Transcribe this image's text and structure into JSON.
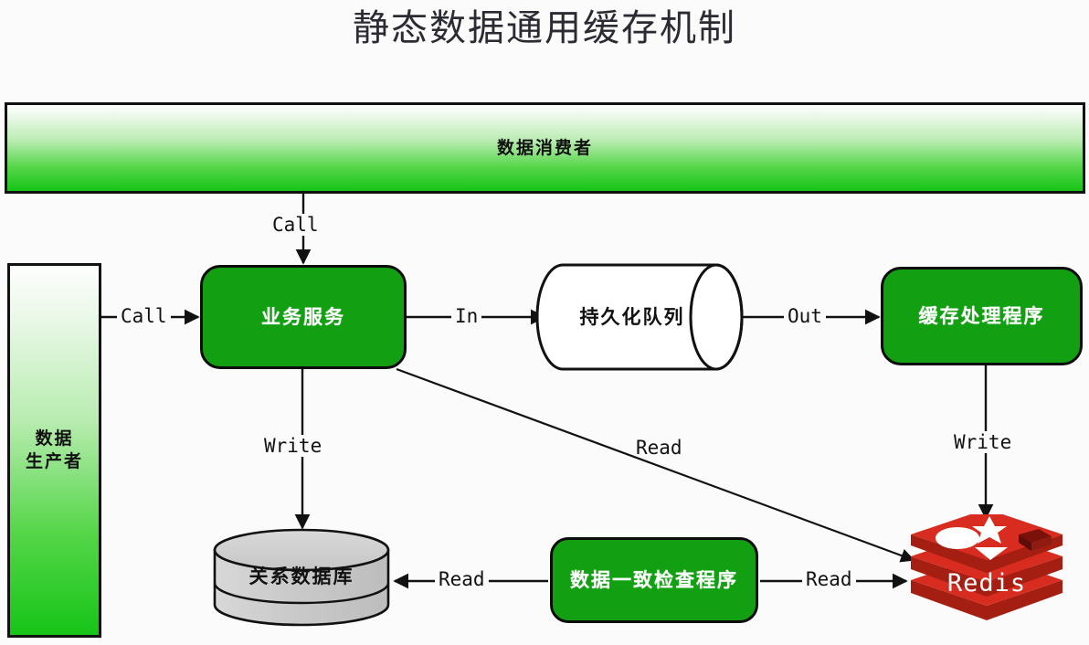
{
  "title": "静态数据通用缓存机制",
  "background_color": "#fbfbfb",
  "colors": {
    "gradient_top": "#fdfefd",
    "gradient_bottom": "#17c417",
    "node_green": "#12a012",
    "node_border": "#0c0c0c",
    "db_gray": "#c9c9c9",
    "redis_red": "#d82c20",
    "text_white": "#ffffff",
    "text_dark": "#111111"
  },
  "nodes": {
    "data_consumer": {
      "label": "数据消费者",
      "shape": "gradient-banner"
    },
    "data_producer": {
      "label": "数据\n生产者",
      "shape": "gradient-column"
    },
    "business_service": {
      "label": "业务服务",
      "shape": "rounded-rect"
    },
    "persistent_queue": {
      "label": "持久化队列",
      "shape": "cylinder-horizontal"
    },
    "cache_handler": {
      "label": "缓存处理程序",
      "shape": "rounded-rect"
    },
    "relational_db": {
      "label": "关系数据库",
      "shape": "cylinder-database"
    },
    "consistency_checker": {
      "label": "数据一致检查程序",
      "shape": "rounded-rect"
    },
    "redis": {
      "label": "Redis",
      "shape": "redis-logo"
    }
  },
  "edges": [
    {
      "id": "consumer-to-service",
      "label": "Call",
      "from": "data_consumer",
      "to": "business_service",
      "direction": "down"
    },
    {
      "id": "producer-to-service",
      "label": "Call",
      "from": "data_producer",
      "to": "business_service",
      "direction": "right"
    },
    {
      "id": "service-to-queue",
      "label": "In",
      "from": "business_service",
      "to": "persistent_queue",
      "direction": "right"
    },
    {
      "id": "queue-to-cache-handler",
      "label": "Out",
      "from": "persistent_queue",
      "to": "cache_handler",
      "direction": "right"
    },
    {
      "id": "service-to-db",
      "label": "Write",
      "from": "business_service",
      "to": "relational_db",
      "direction": "down"
    },
    {
      "id": "service-to-redis",
      "label": "Read",
      "from": "business_service",
      "to": "redis",
      "direction": "diagonal-down-right"
    },
    {
      "id": "cache-handler-to-redis",
      "label": "Write",
      "from": "cache_handler",
      "to": "redis",
      "direction": "down"
    },
    {
      "id": "checker-to-db",
      "label": "Read",
      "from": "consistency_checker",
      "to": "relational_db",
      "direction": "left"
    },
    {
      "id": "checker-to-redis",
      "label": "Read",
      "from": "consistency_checker",
      "to": "redis",
      "direction": "right"
    }
  ]
}
